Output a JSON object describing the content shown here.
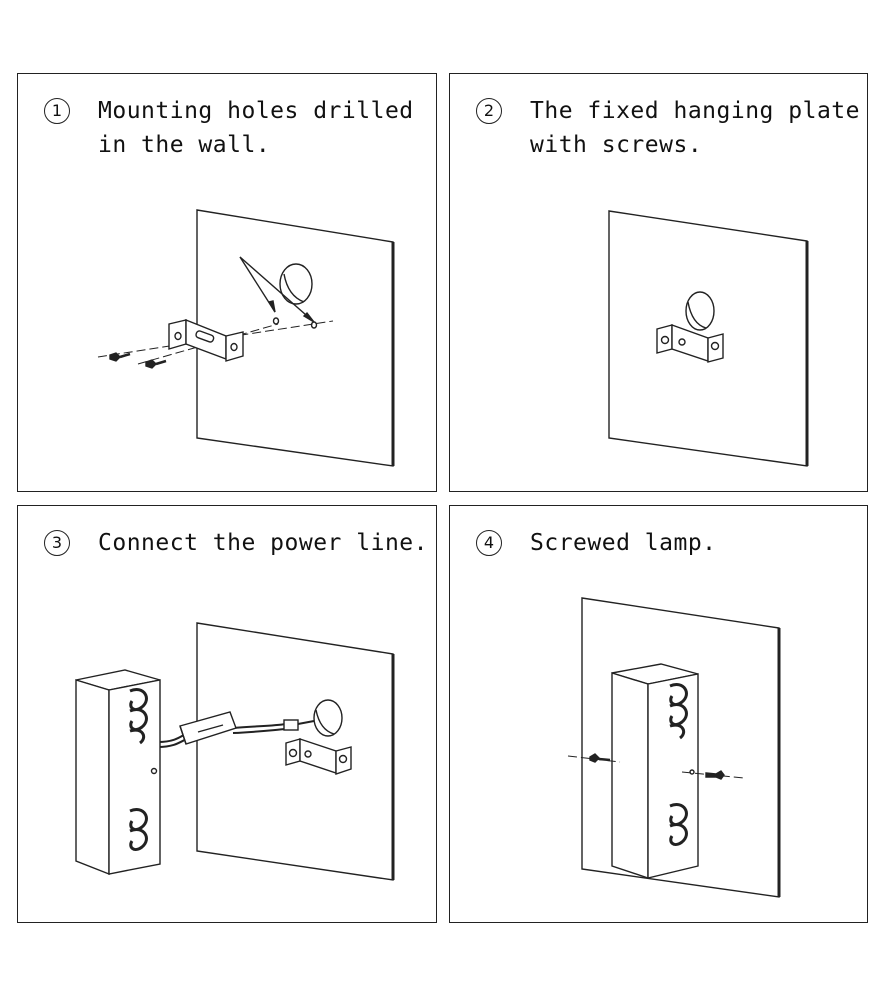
{
  "steps": [
    {
      "number": "1",
      "caption": "Mounting holes drilled in the wall."
    },
    {
      "number": "2",
      "caption": "The fixed hanging plate with screws."
    },
    {
      "number": "3",
      "caption": "Connect the power line."
    },
    {
      "number": "4",
      "caption": "Screwed lamp."
    }
  ],
  "colors": {
    "line": "#222222",
    "background": "#ffffff"
  }
}
